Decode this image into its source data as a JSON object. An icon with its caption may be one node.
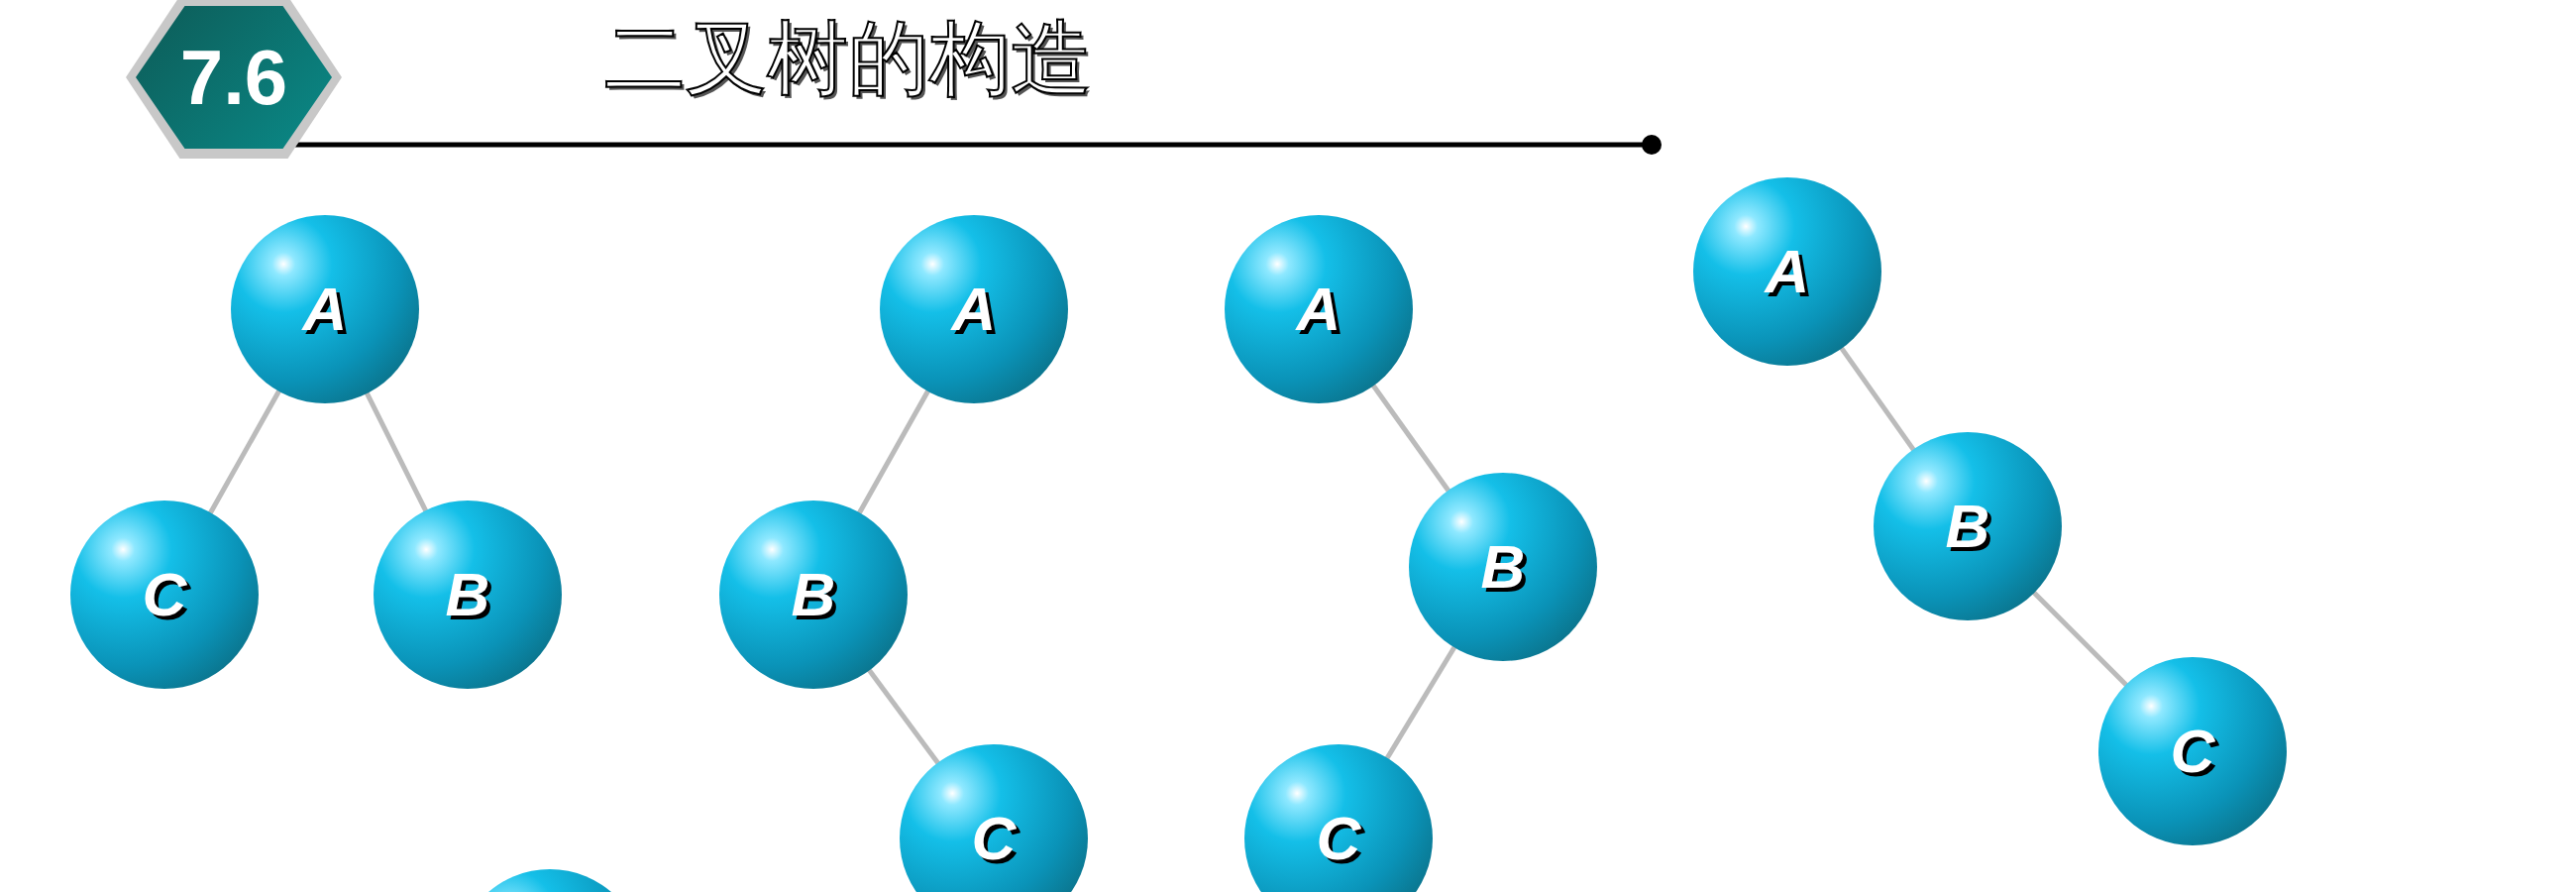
{
  "diagram": {
    "title": "二叉树的构造",
    "nodes": [
      {
        "text": [
          "7.6"
        ]
      },
      {
        "text": [
          "A"
        ]
      },
      {
        "text": [
          "C"
        ]
      },
      {
        "text": [
          "B"
        ]
      },
      {
        "text": [
          "A"
        ]
      },
      {
        "text": [
          "B"
        ]
      },
      {
        "text": [
          "C"
        ]
      },
      {
        "text": [
          "A"
        ]
      },
      {
        "text": [
          "B"
        ]
      },
      {
        "text": [
          "C"
        ]
      },
      {
        "text": [
          "A"
        ]
      },
      {
        "text": [
          "B"
        ]
      },
      {
        "text": [
          "C"
        ]
      },
      {
        "text": [],
        "shape": "circle"
      }
    ],
    "edges": [
      {
        "from": 1,
        "to": 2,
        "arrow": "none"
      },
      {
        "from": 1,
        "to": 3,
        "arrow": "none"
      },
      {
        "from": 4,
        "to": 5,
        "arrow": "none"
      },
      {
        "from": 5,
        "to": 6,
        "arrow": "none"
      },
      {
        "from": 7,
        "to": 8,
        "arrow": "none"
      },
      {
        "from": 8,
        "to": 9,
        "arrow": "none"
      },
      {
        "from": 10,
        "to": 11,
        "arrow": "none"
      },
      {
        "from": 11,
        "to": 12,
        "arrow": "none"
      }
    ]
  }
}
